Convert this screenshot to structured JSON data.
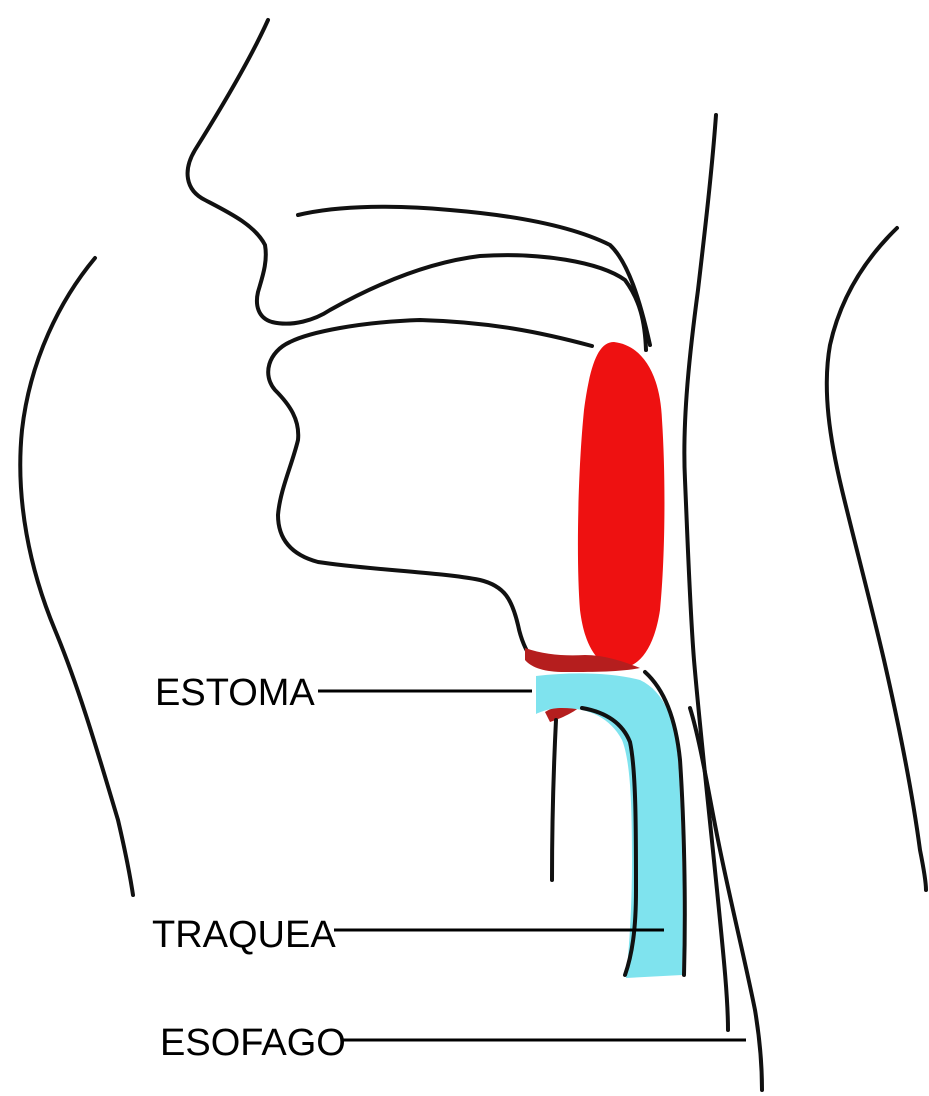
{
  "labels": {
    "estoma": "ESTOMA",
    "traquea": "TRAQUEA",
    "esofago": "ESOFAGO"
  },
  "colors": {
    "outline": "#111111",
    "background": "#ffffff",
    "pharynx_highlight": "#ee1111",
    "stoma_tissue": "#b51e1e",
    "trachea_tube": "#7fe3ee"
  }
}
